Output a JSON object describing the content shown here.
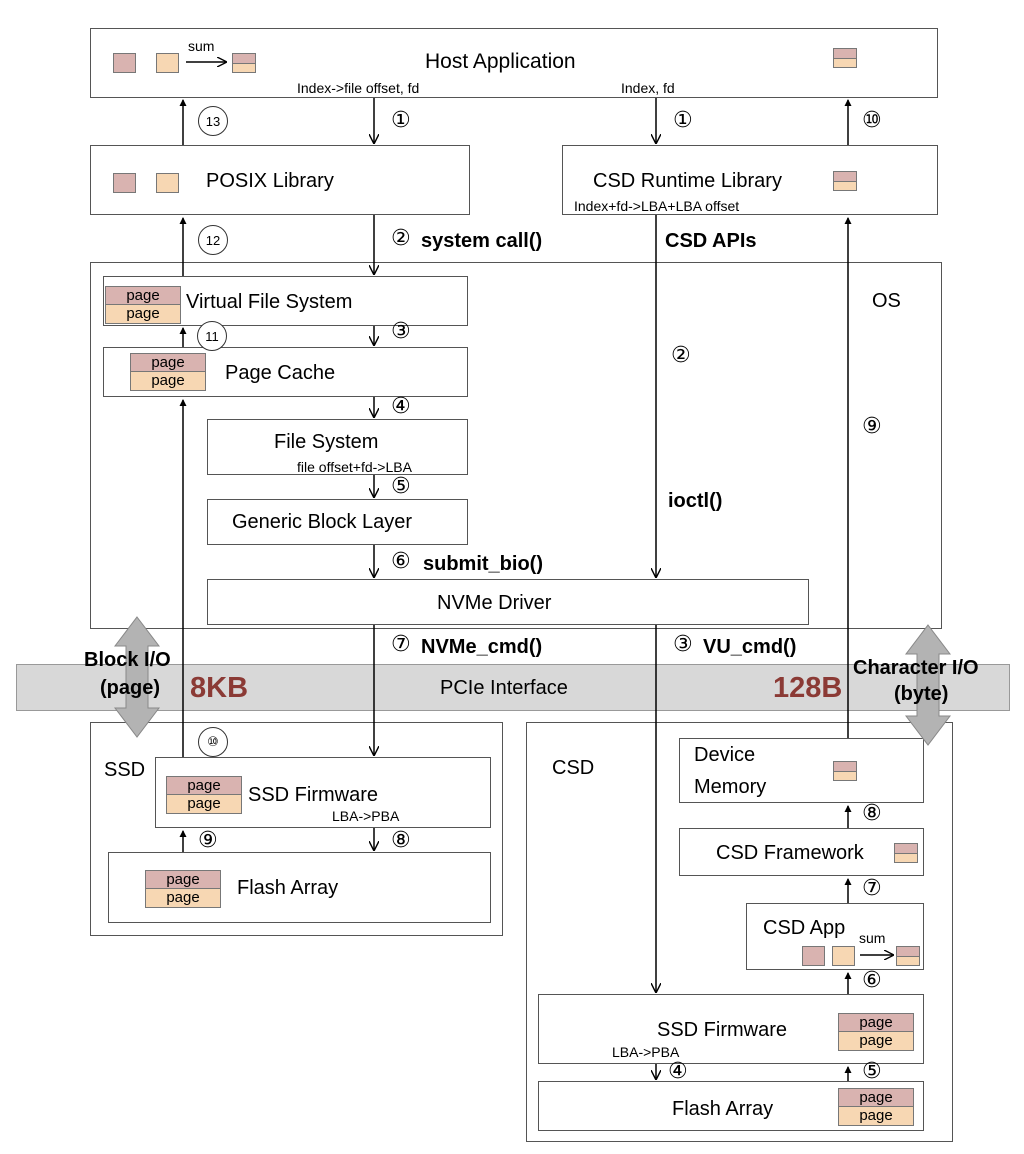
{
  "host": {
    "title": "Host Application",
    "sum_label": "sum",
    "index_file_offset": "Index->file offset, fd",
    "index_fd": "Index, fd"
  },
  "posix": {
    "title": "POSIX Library"
  },
  "csd_runtime": {
    "title": "CSD Runtime Library",
    "subtitle": "Index+fd->LBA+LBA offset"
  },
  "labels": {
    "system_call": "system call()",
    "csd_apis": "CSD APIs",
    "os": "OS",
    "ioctl": "ioctl()",
    "submit_bio": "submit_bio()",
    "nvme_cmd": "NVMe_cmd()",
    "vu_cmd": "VU_cmd()"
  },
  "os_stack": {
    "vfs": "Virtual File System",
    "page_cache": "Page Cache",
    "file_system": "File System",
    "file_system_sub": "file offset+fd->LBA",
    "block_layer": "Generic Block Layer",
    "nvme_driver": "NVMe Driver"
  },
  "page_word": "page",
  "pcie": {
    "title": "PCIe Interface",
    "block_io_line1": "Block I/O",
    "block_io_line2": "(page)",
    "block_size": "8KB",
    "char_io_line1": "Character I/O",
    "char_io_line2": "(byte)",
    "char_size": "128B"
  },
  "ssd": {
    "label": "SSD",
    "firmware": "SSD Firmware",
    "firmware_sub": "LBA->PBA",
    "flash": "Flash Array"
  },
  "csd": {
    "label": "CSD",
    "device_memory_line1": "Device",
    "device_memory_line2": "Memory",
    "framework": "CSD Framework",
    "app": "CSD App",
    "sum_label": "sum",
    "firmware": "SSD Firmware",
    "firmware_sub": "LBA->PBA",
    "flash": "Flash Array"
  },
  "steps": {
    "s1": "①",
    "s2": "②",
    "s3": "③",
    "s4": "④",
    "s5": "⑤",
    "s6": "⑥",
    "s7": "⑦",
    "s8": "⑧",
    "s9": "⑨",
    "s10": "⑩",
    "s11": "11",
    "s12": "12",
    "s13": "13"
  },
  "colors": {
    "pink": "#d9b3b0",
    "peach": "#f7d7b3",
    "pcie_gray": "#d8d8d8",
    "size_brown": "#8b3a35",
    "outline": "#555555"
  }
}
